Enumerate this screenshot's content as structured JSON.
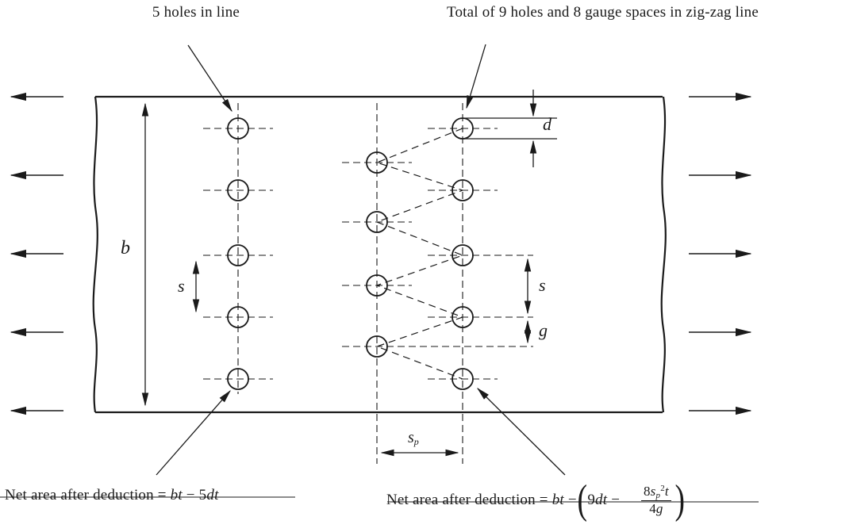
{
  "colors": {
    "line": "#1a1a1a",
    "background": "#ffffff"
  },
  "annotations": {
    "top_left": "5 holes in line",
    "top_right": "Total of 9 holes and 8 gauge spaces in zig-zag line"
  },
  "dimensions": {
    "b": "b",
    "s_inline": "s",
    "d": "d",
    "s_zigzag": "s",
    "g": "g",
    "sp_base": "s",
    "sp_sub": "p"
  },
  "formula_left": {
    "prefix": "Net area after deduction = ",
    "bt": "bt",
    "minus": " − ",
    "coef": "5",
    "dt": "dt"
  },
  "formula_right": {
    "prefix": "Net area after deduction =",
    "bt": "bt",
    "minus1": "−",
    "open_paren": "(",
    "nine": "9",
    "dt": "dt",
    "minus2": "−",
    "num_coef": "8",
    "num_s": "s",
    "num_sub": "p",
    "num_sup": "2",
    "num_t": "t",
    "den_coef": "4",
    "den_g": "g",
    "close_paren": ")"
  }
}
